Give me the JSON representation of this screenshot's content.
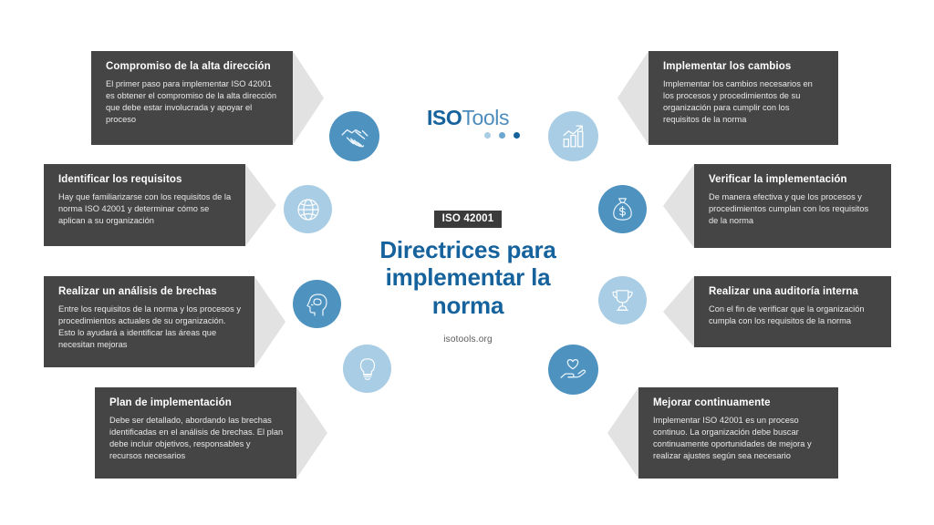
{
  "brand": {
    "logo_iso": "ISO",
    "logo_tools": "Tools",
    "website": "isotools.org"
  },
  "center": {
    "badge": "ISO 42001",
    "headline": "Directrices para implementar la norma"
  },
  "colors": {
    "card_bg": "#454545",
    "arrow": "#e2e2e2",
    "accent_blue": "#15629c",
    "icon_blue_strong": "#4e92c0",
    "icon_blue_light": "#a9cde4",
    "badge_bg": "#3b3b3b"
  },
  "steps_left": [
    {
      "title": "Compromiso de la alta dirección",
      "body": "El primer paso para implementar ISO 42001 es obtener el compromiso de la alta dirección que debe estar involucrada y apoyar el proceso",
      "icon": "handshake-icon"
    },
    {
      "title": "Identificar los requisitos",
      "body": "Hay que familiarizarse con los requisitos de la norma ISO 42001 y determinar cómo se aplican a su organización",
      "icon": "globe-icon"
    },
    {
      "title": "Realizar un análisis de brechas",
      "body": "Entre los requisitos de la norma y los procesos y procedimientos actuales de su organización. Esto lo ayudará a identificar las áreas que necesitan mejoras",
      "icon": "head-brain-icon"
    },
    {
      "title": "Plan de implementación",
      "body": "Debe ser detallado, abordando las brechas identificadas en el análisis de brechas. El plan debe incluir objetivos, responsables y recursos necesarios",
      "icon": "lightbulb-icon"
    }
  ],
  "steps_right": [
    {
      "title": "Implementar los cambios",
      "body": "Implementar los cambios necesarios en los procesos y procedimientos de su organización para cumplir con los requisitos de la norma",
      "icon": "bar-chart-growth-icon"
    },
    {
      "title": "Verificar la implementación",
      "body": "De manera efectiva y que los procesos y procedimientos cumplan con los requisitos de la norma",
      "icon": "money-bag-icon"
    },
    {
      "title": "Realizar una auditoría interna",
      "body": "Con el fin de verificar que la organización cumpla con los requisitos de la norma",
      "icon": "trophy-icon"
    },
    {
      "title": "Mejorar continuamente",
      "body": "Implementar ISO 42001 es un proceso continuo. La organización debe buscar continuamente oportunidades de mejora y realizar ajustes según sea necesario",
      "icon": "hand-heart-icon"
    }
  ]
}
